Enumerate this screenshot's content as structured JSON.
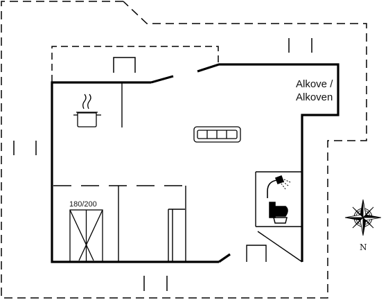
{
  "labels": {
    "alcove_line1": "Alkove /",
    "alcove_line2": "Alkoven",
    "bed_size": "180/200"
  },
  "compass": {
    "north_label": "N"
  },
  "icons": [
    "cooking-pot-icon",
    "sofa-icon",
    "shower-icon",
    "toilet-icon",
    "compass-rose-icon"
  ],
  "colors": {
    "wall": "#000000",
    "background": "#ffffff"
  }
}
